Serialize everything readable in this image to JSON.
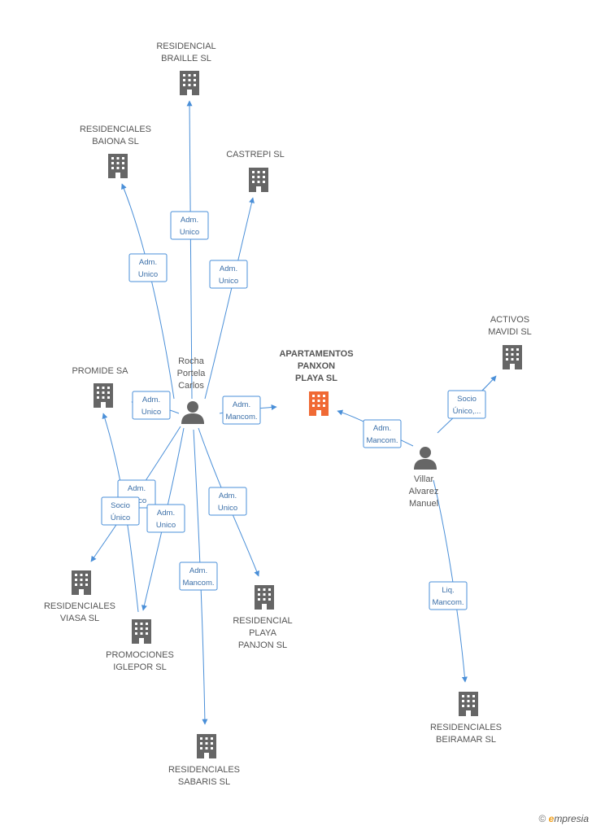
{
  "colors": {
    "edge": "#4a8fd8",
    "company": "#666666",
    "company_main": "#f06a35",
    "person": "#666666"
  },
  "nodes": [
    {
      "id": "braille",
      "kind": "company",
      "icon": "building-icon",
      "label": [
        "RESIDENCIAL",
        "BRAILLE SL"
      ]
    },
    {
      "id": "baiona",
      "kind": "company",
      "icon": "building-icon",
      "label": [
        "RESIDENCIALES",
        "BAIONA SL"
      ]
    },
    {
      "id": "castrepi",
      "kind": "company",
      "icon": "building-icon",
      "label": [
        "CASTREPI SL"
      ]
    },
    {
      "id": "promide",
      "kind": "company",
      "icon": "building-icon",
      "label": [
        "PROMIDE SA"
      ]
    },
    {
      "id": "rocha",
      "kind": "person",
      "icon": "person-icon",
      "label": [
        "Rocha",
        "Portela",
        "Carlos"
      ]
    },
    {
      "id": "apartamentos",
      "kind": "company_main",
      "icon": "building-icon",
      "label": [
        "APARTAMENTOS",
        "PANXON",
        "PLAYA SL"
      ]
    },
    {
      "id": "activos",
      "kind": "company",
      "icon": "building-icon",
      "label": [
        "ACTIVOS",
        "MAVIDI SL"
      ]
    },
    {
      "id": "villar",
      "kind": "person",
      "icon": "person-icon",
      "label": [
        "Villar",
        "Alvarez",
        "Manuel"
      ]
    },
    {
      "id": "viasa",
      "kind": "company",
      "icon": "building-icon",
      "label": [
        "RESIDENCIALES",
        "VIASA SL"
      ]
    },
    {
      "id": "iglepor",
      "kind": "company",
      "icon": "building-icon",
      "label": [
        "PROMOCIONES",
        "IGLEPOR SL"
      ]
    },
    {
      "id": "panjon",
      "kind": "company",
      "icon": "building-icon",
      "label": [
        "RESIDENCIAL",
        "PLAYA",
        "PANJON SL"
      ]
    },
    {
      "id": "sabaris",
      "kind": "company",
      "icon": "building-icon",
      "label": [
        "RESIDENCIALES",
        "SABARIS  SL"
      ]
    },
    {
      "id": "beiramar",
      "kind": "company",
      "icon": "building-icon",
      "label": [
        "RESIDENCIALES",
        "BEIRAMAR SL"
      ]
    }
  ],
  "edges": [
    {
      "from": "rocha",
      "to": "braille",
      "label": [
        "Adm.",
        "Unico"
      ]
    },
    {
      "from": "rocha",
      "to": "baiona",
      "label": [
        "Adm.",
        "Unico"
      ]
    },
    {
      "from": "rocha",
      "to": "castrepi",
      "label": [
        "Adm.",
        "Unico"
      ]
    },
    {
      "from": "rocha",
      "to": "promide",
      "label": [
        "Adm.",
        "Unico"
      ]
    },
    {
      "from": "rocha",
      "to": "apartamentos",
      "label": [
        "Adm.",
        "Mancom."
      ]
    },
    {
      "from": "rocha",
      "to": "viasa",
      "label": [
        "Adm.",
        "Unico"
      ]
    },
    {
      "from": "rocha",
      "to": "iglepor",
      "label": [
        "Adm.",
        "Unico"
      ]
    },
    {
      "from": "rocha",
      "to": "panjon",
      "label": [
        "Adm.",
        "Unico"
      ]
    },
    {
      "from": "rocha",
      "to": "sabaris",
      "label": [
        "Adm.",
        "Mancom."
      ]
    },
    {
      "from": "iglepor",
      "to": "promide",
      "label": [
        "Socio",
        "Único"
      ]
    },
    {
      "from": "villar",
      "to": "activos",
      "label": [
        "Socio",
        "Único,..."
      ]
    },
    {
      "from": "villar",
      "to": "apartamentos",
      "label": [
        "Adm.",
        "Mancom."
      ]
    },
    {
      "from": "villar",
      "to": "beiramar",
      "label": [
        "Liq.",
        "Mancom."
      ]
    }
  ],
  "footer": {
    "copyright": "©",
    "brand_initial": "e",
    "brand_rest": "mpresia"
  }
}
